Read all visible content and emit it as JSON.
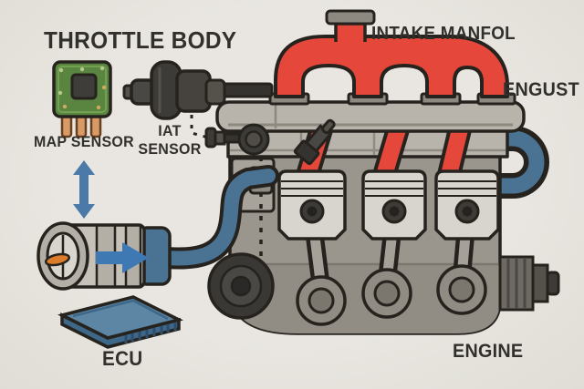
{
  "labels": {
    "throttle_body": "THROTTLE BODY",
    "map_sensor": "MAP SENSOR",
    "iat_line1": "IAT",
    "iat_line2": "SENSOR",
    "intake_manifold": "INTAKE MANFOL",
    "exhaust": "ENGUST",
    "ecu": "ECU",
    "engine": "ENGINE"
  },
  "colors": {
    "background": "#e9e6e1",
    "outline": "#26231e",
    "text": "#32302c",
    "manifold_red": "#e5473b",
    "engine_gray": "#9a968d",
    "engine_light": "#b8b4ab",
    "piston_light": "#d8d5ce",
    "hose_blue": "#4a7292",
    "arrow_blue": "#3e79b4",
    "steel_arrow_blue": "#4b79a8",
    "ecu_blue_top": "#5c86a4",
    "ecu_blue_front": "#3e6889",
    "pcb_green": "#5a8540",
    "pin_copper": "#d89a66",
    "throttle_orange": "#dd7d2c",
    "sensor_dark": "#3d3b37"
  }
}
